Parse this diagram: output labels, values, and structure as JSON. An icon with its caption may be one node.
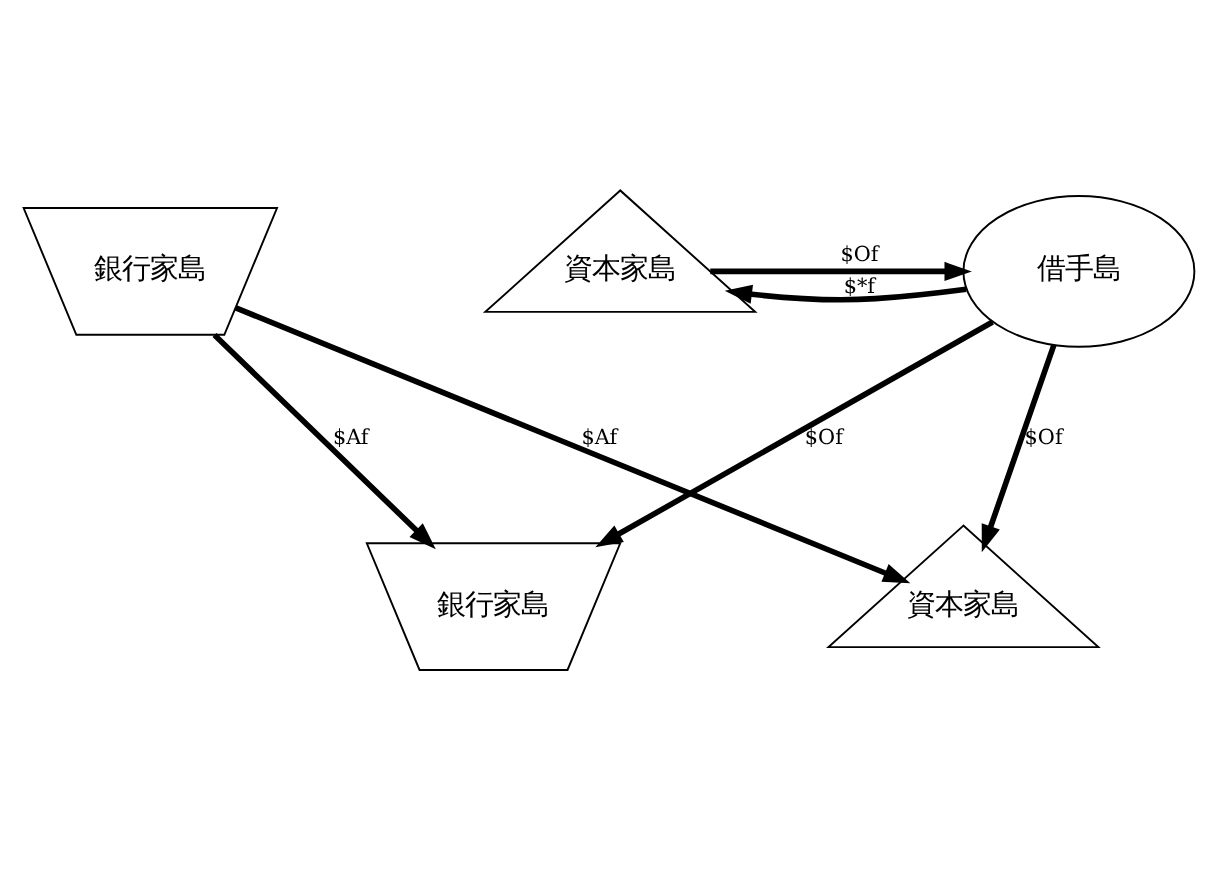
{
  "diagram": {
    "nodes": [
      {
        "text": [
          "銀行家島"
        ]
      },
      {
        "text": [
          "資本家島"
        ]
      },
      {
        "text": [
          "借手島"
        ]
      },
      {
        "text": [
          "銀行家島"
        ]
      },
      {
        "text": [
          "資本家島"
        ]
      }
    ],
    "edges": [
      {
        "from": 1,
        "to": 2,
        "arrow": "to",
        "label": "$Of"
      },
      {
        "from": 2,
        "to": 1,
        "arrow": "to",
        "label": "$*f"
      },
      {
        "from": 0,
        "to": 3,
        "arrow": "to",
        "label": "$Af"
      },
      {
        "from": 0,
        "to": 4,
        "arrow": "to",
        "label": "$Af"
      },
      {
        "from": 2,
        "to": 3,
        "arrow": "to",
        "label": "$Of"
      },
      {
        "from": 2,
        "to": 4,
        "arrow": "to",
        "label": "$Of"
      }
    ]
  }
}
